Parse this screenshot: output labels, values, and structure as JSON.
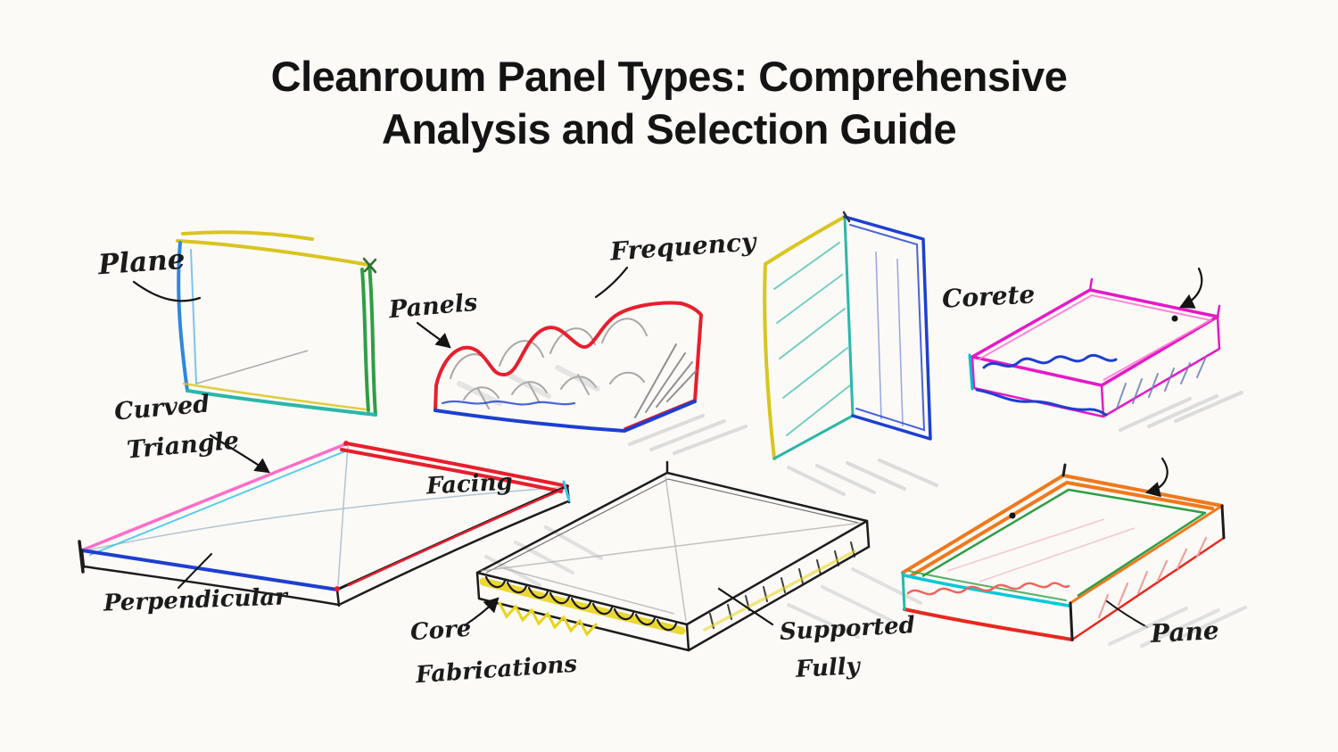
{
  "title": {
    "line1": "Cleanroum Panel Types: Comprehensive",
    "line2": "Analysis and Selection Guide"
  },
  "labels": {
    "plane": "Plane",
    "panels": "Panels",
    "frequency": "Frequency",
    "corete": "Corete",
    "curved_line1": "Curved",
    "curved_line2": "Triangle",
    "facing": "Facing",
    "perpendicular": "Perpendicular",
    "core_line1": "Core",
    "core_line2": "Fabrications",
    "supported_line1": "Supported",
    "supported_line2": "Fully",
    "pane": "Pane"
  },
  "palette": {
    "background": "#fbfaf7",
    "ink": "#141414",
    "red": "#e81e2c",
    "blue": "#1d3fd0",
    "sky_blue": "#2e86e0",
    "cyan": "#00c8d8",
    "teal": "#2ab7a9",
    "green": "#2f9e44",
    "yellow": "#d9c51f",
    "core_yellow": "#e8d41c",
    "magenta": "#e619c8",
    "pink": "#ff7ad4",
    "orange": "#f0791c",
    "salmon": "#f0645c",
    "pencil_gray": "#999999",
    "shadow_gray": "#d4d4d4"
  }
}
